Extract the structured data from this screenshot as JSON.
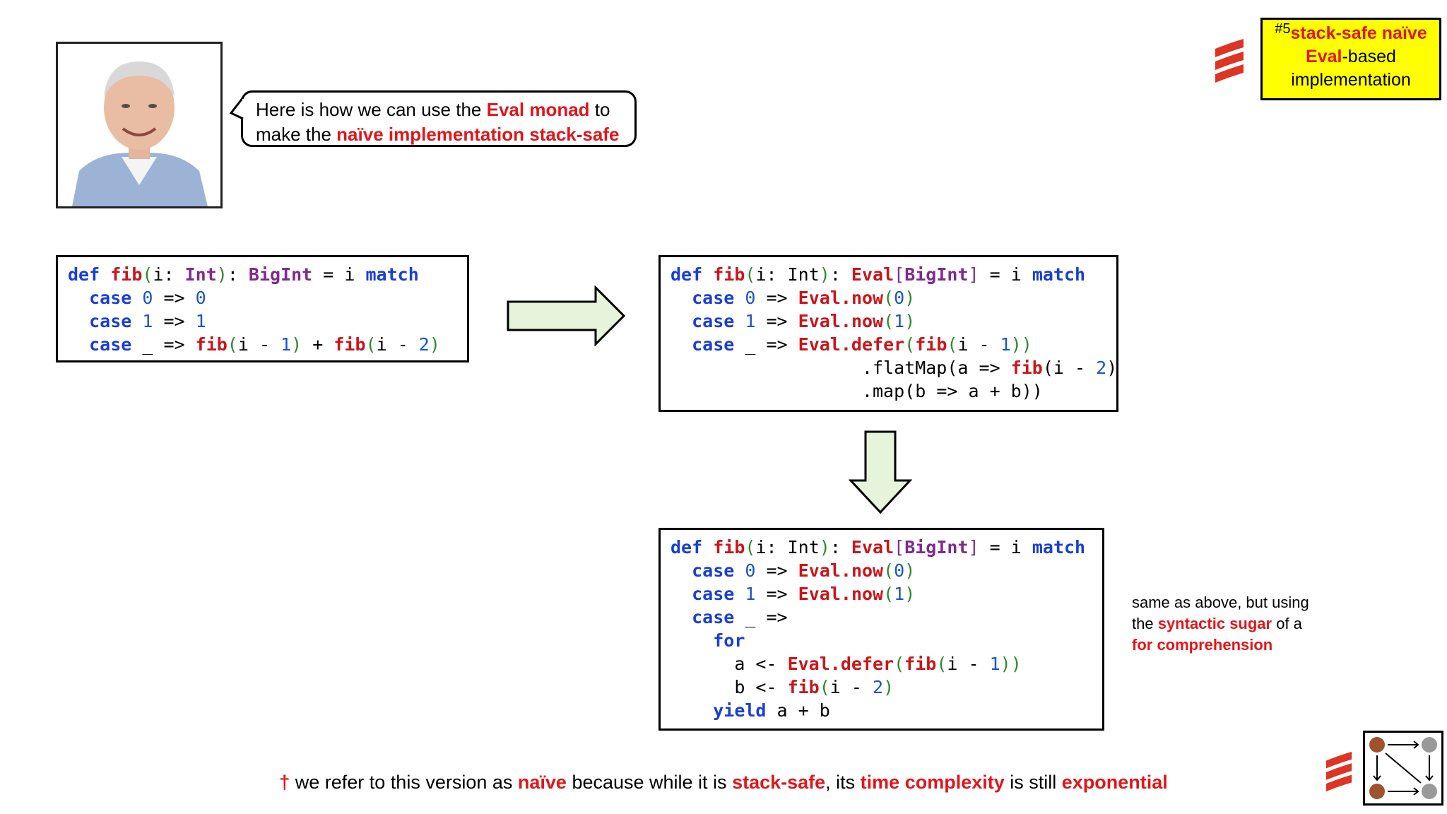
{
  "speech": {
    "line1_pre": "Here is how we can use the ",
    "line1_red": "Eval monad",
    "line1_post": " to",
    "line2_pre": "make the ",
    "line2_red": "naïve implementation stack-safe"
  },
  "badge": {
    "number": "#5",
    "red1": "stack-safe naïve",
    "red2": "Eval",
    "text2": "-based",
    "text3": "implementation"
  },
  "code_naive": {
    "l1_def": "def",
    "l1_fn": "fib",
    "l1_param": "i: ",
    "l1_int": "Int",
    "l1_mid": ": ",
    "l1_ret": "BigInt",
    "l1_eq": " = i ",
    "l1_match": "match",
    "case": "case",
    "zero": "0",
    "one": "1",
    "arrow": " => ",
    "l4_mid": " _ => ",
    "fn": "fib",
    "i_minus": "i - ",
    "two": "2",
    "plus": " + "
  },
  "code_eval": {
    "def": "def",
    "fn": "fib",
    "param": "i: Int",
    "colon": ": ",
    "eval": "Eval",
    "bigint": "BigInt",
    "eq": " = i ",
    "match": "match",
    "case": "case",
    "zero": "0",
    "one": "1",
    "two": "2",
    "arrow": " => ",
    "under": " _ => ",
    "now": ".now",
    "defer": ".defer",
    "i_minus": "i - ",
    "flatmap": ".flatMap",
    "a_arrow": "a => ",
    "map": ".map",
    "b_arrow": "b => a + b"
  },
  "code_for": {
    "for": "for",
    "a_bind": "a <- ",
    "b_bind": "b <- ",
    "yield": "yield",
    "yield_expr": " a + b"
  },
  "note": {
    "line1": "same as above, but using",
    "line2_pre": "the ",
    "line2_red": "syntactic sugar",
    "line2_post": " of a",
    "line3_red": "for comprehension"
  },
  "footnote": {
    "dagger": "†",
    "t1": " we refer to this version as ",
    "r1": "naïve",
    "t2": " because while it is ",
    "r2": "stack-safe",
    "t3": ", its ",
    "r3": "time complexity",
    "t4": " is still ",
    "r4": "exponential"
  }
}
